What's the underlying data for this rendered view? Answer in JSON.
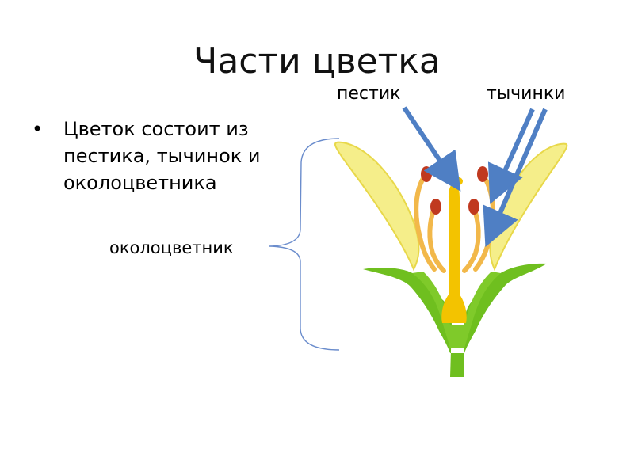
{
  "slide": {
    "title": "Части цветка",
    "bullet": "Цветок состоит из пестика, тычинок и околоцветника"
  },
  "labels": {
    "pistil": "пестик",
    "stamens": "тычинки",
    "perianth": "околоцветник"
  },
  "colors": {
    "petal": "#f5ee8a",
    "petal_edge": "#e8d84a",
    "stem": "#6fbf1f",
    "pistil": "#f3c300",
    "stamen": "#f2b84a",
    "anther": "#c0391f",
    "arrow": "#4f7fc4",
    "bracket": "#6a8ccc"
  }
}
